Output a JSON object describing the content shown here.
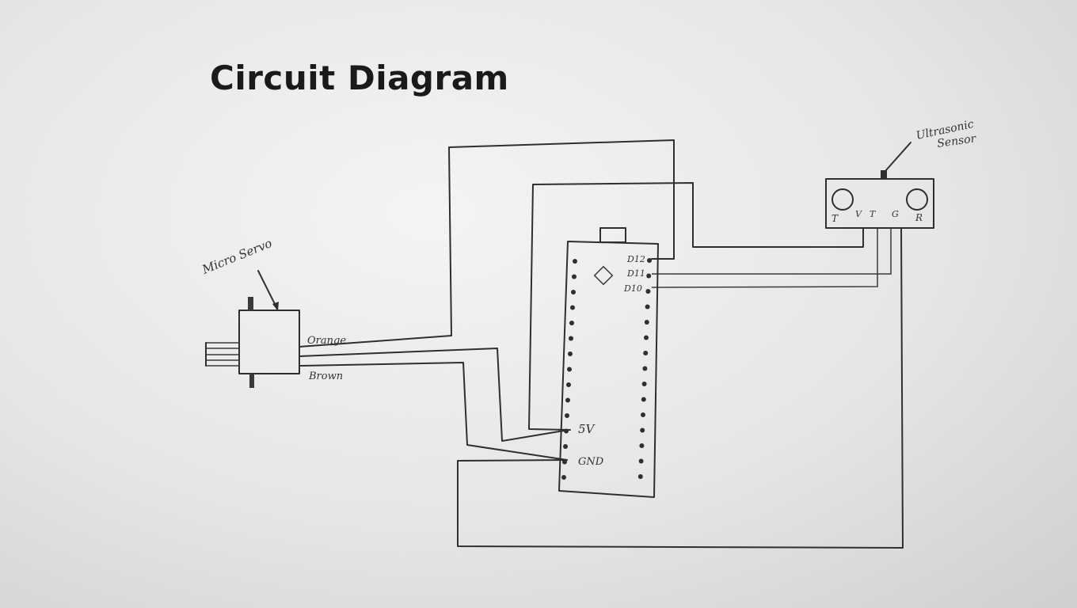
{
  "title": "Circuit Diagram",
  "labels": {
    "servo": "Micro Servo",
    "orange": "Orange",
    "brown": "Brown",
    "sensor_line1": "Ultrasonic",
    "sensor_line2": "Sensor",
    "pin_d12": "D12",
    "pin_d11": "D11",
    "pin_d10": "D10",
    "pin_5v": "5V",
    "pin_gnd": "GND",
    "sensor_t": "T",
    "sensor_v": "V",
    "sensor_tr": "T",
    "sensor_g": "G",
    "sensor_r": "R"
  }
}
